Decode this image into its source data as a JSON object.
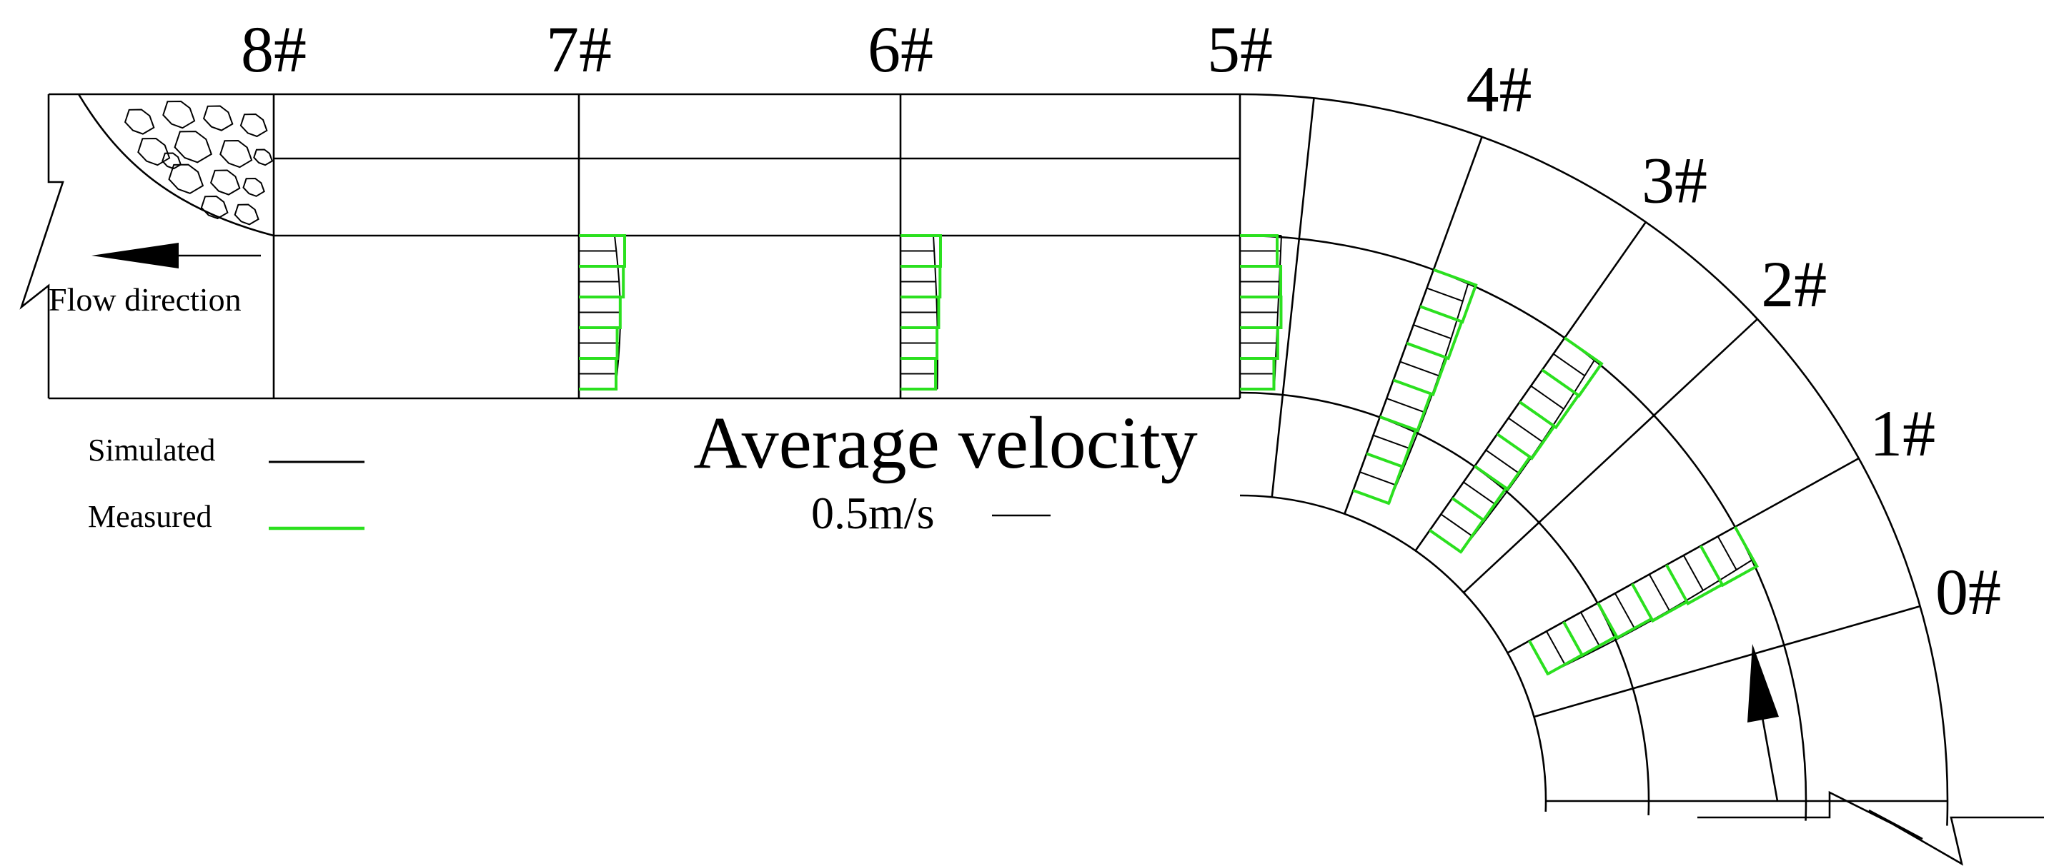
{
  "sections": [
    {
      "id": "8",
      "label": "8#"
    },
    {
      "id": "7",
      "label": "7#"
    },
    {
      "id": "6",
      "label": "6#"
    },
    {
      "id": "5",
      "label": "5#"
    },
    {
      "id": "4",
      "label": "4#"
    },
    {
      "id": "3",
      "label": "3#"
    },
    {
      "id": "2",
      "label": "2#"
    },
    {
      "id": "1",
      "label": "1#"
    },
    {
      "id": "0",
      "label": "0#"
    }
  ],
  "flow_label": "Flow direction",
  "title": "Average velocity",
  "scale_label": "0.5m/s",
  "legend": [
    {
      "label": "Simulated",
      "color": "#000000"
    },
    {
      "label": "Measured",
      "color": "#2be01f"
    }
  ]
}
